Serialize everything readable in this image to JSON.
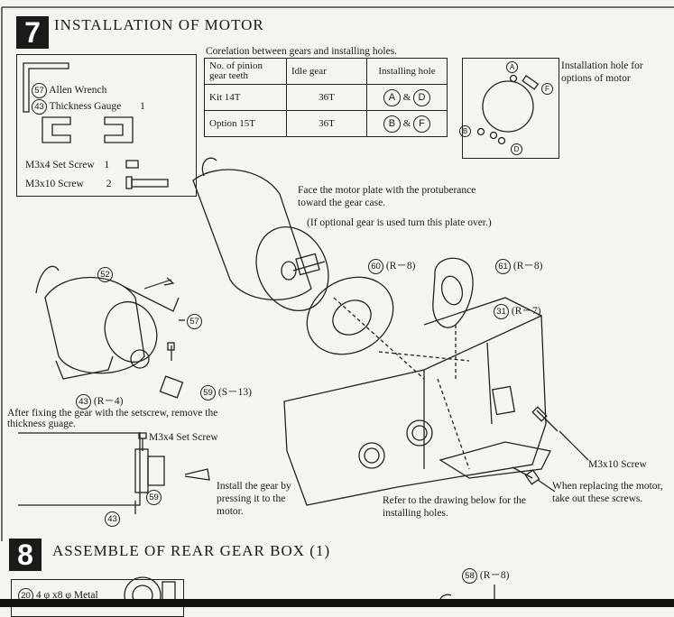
{
  "step7": {
    "number": "7",
    "title": "INSTALLATION OF MOTOR"
  },
  "parts": {
    "allen_wrench": {
      "num": "57",
      "label": "Allen Wrench"
    },
    "thickness_gauge": {
      "num": "43",
      "label": "Thickness Gauge",
      "qty": "1"
    },
    "set_screw": {
      "label": "M3x4 Set Screw",
      "qty": "1"
    },
    "screw": {
      "label": "M3x10 Screw",
      "qty": "2"
    }
  },
  "gear_table": {
    "caption": "Corelation between gears and installing holes.",
    "headers": [
      "No. of pinion gear teeth",
      "Idle gear",
      "Installing hole"
    ],
    "rows": [
      {
        "pinion": "Kit  14T",
        "idle": "36T",
        "hole_a": "A",
        "amp": "&",
        "hole_b": "D"
      },
      {
        "pinion": "Option  15T",
        "idle": "36T",
        "hole_a": "B",
        "amp": "&",
        "hole_b": "F"
      }
    ]
  },
  "install_hole": {
    "caption": "Installation hole for options of motor",
    "letters": [
      "A",
      "F",
      "B",
      "D"
    ]
  },
  "instructions": {
    "face_plate": "Face the motor plate with the protuberance toward the gear case.",
    "optional_gear": "(If optional gear is used turn this plate over.)",
    "after_fixing": "After fixing the gear with the setscrew, remove the thickness guage.",
    "install_gear": "Install the gear by pressing it to the motor.",
    "refer_drawing": "Refer to the drawing below for the installing holes.",
    "when_replacing": "When replacing the motor, take out these screws."
  },
  "callouts": {
    "c52": "52",
    "c57": "57",
    "c59": "59",
    "c59_ref": "(S－13)",
    "c43": "43",
    "c43_ref": "(R－4)",
    "c43b": "43",
    "c59b": "59",
    "c60": "60",
    "c60_ref": "(R－8)",
    "c61": "61",
    "c61_ref": "(R－8)",
    "c31": "31",
    "c31_ref": "(R－7)",
    "c58": "58",
    "c58_ref": "(R－8)",
    "set_screw_label": "M3x4 Set Screw",
    "m3x10_label": "M3x10 Screw"
  },
  "step8": {
    "number": "8",
    "title": "ASSEMBLE OF REAR GEAR BOX  (1)",
    "part_num": "20",
    "part_label": "4 φ x8 φ  Metal"
  }
}
